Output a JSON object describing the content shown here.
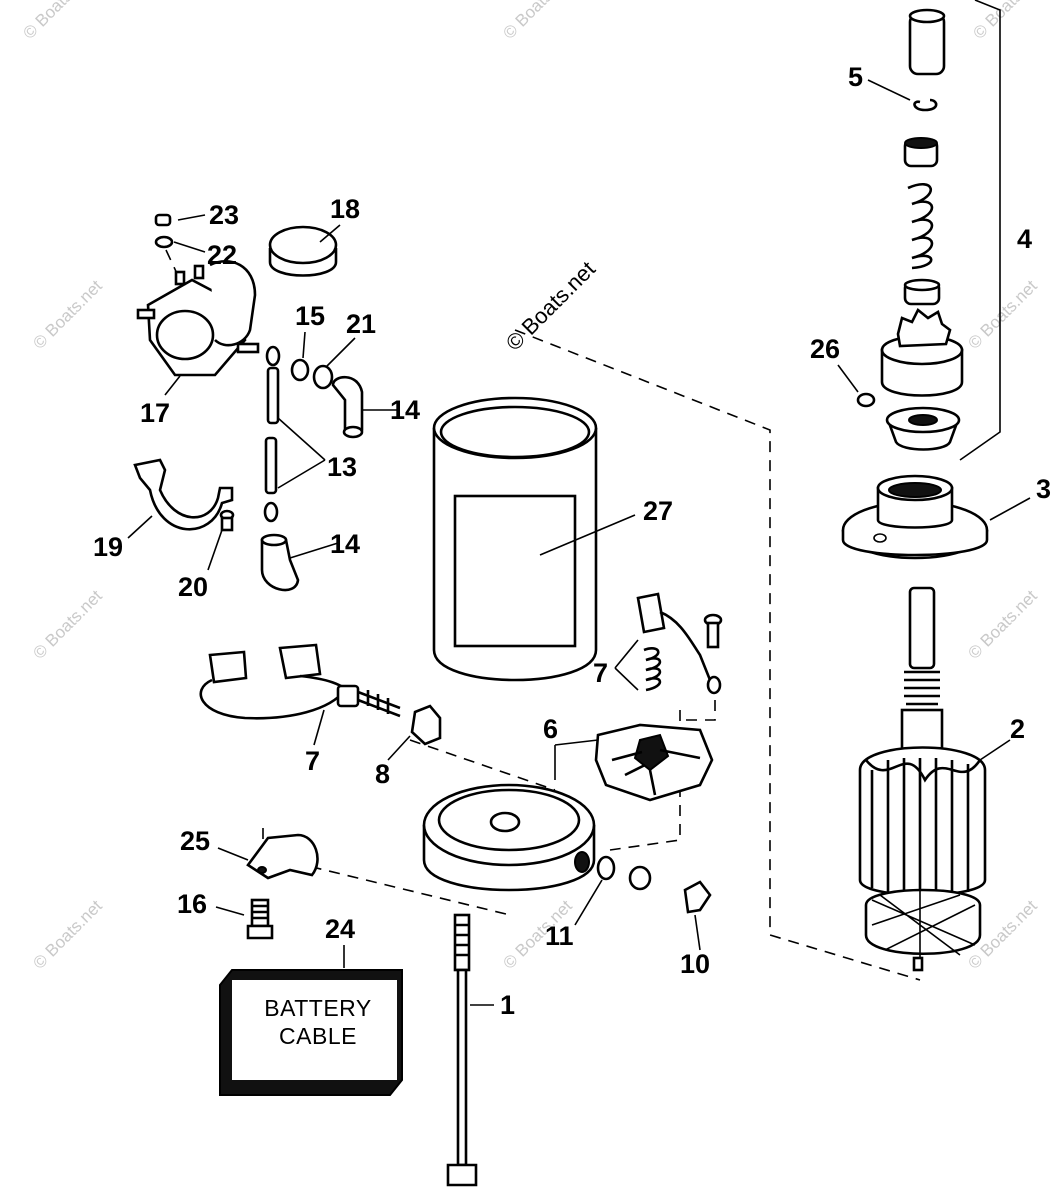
{
  "watermark": {
    "main": "© Boats.net",
    "tile": "© Boats.net"
  },
  "callouts": {
    "c1": "1",
    "c2": "2",
    "c3": "3",
    "c4": "4",
    "c5": "5",
    "c6": "6",
    "c7a": "7",
    "c7b": "7",
    "c8": "8",
    "c10": "10",
    "c11": "11",
    "c13": "13",
    "c14a": "14",
    "c14b": "14",
    "c15": "15",
    "c16": "16",
    "c17": "17",
    "c18": "18",
    "c19": "19",
    "c20": "20",
    "c21": "21",
    "c22": "22",
    "c23": "23",
    "c24": "24",
    "c25": "25",
    "c26": "26",
    "c27": "27"
  },
  "battery_box": {
    "line1": "BATTERY",
    "line2": "CABLE"
  }
}
